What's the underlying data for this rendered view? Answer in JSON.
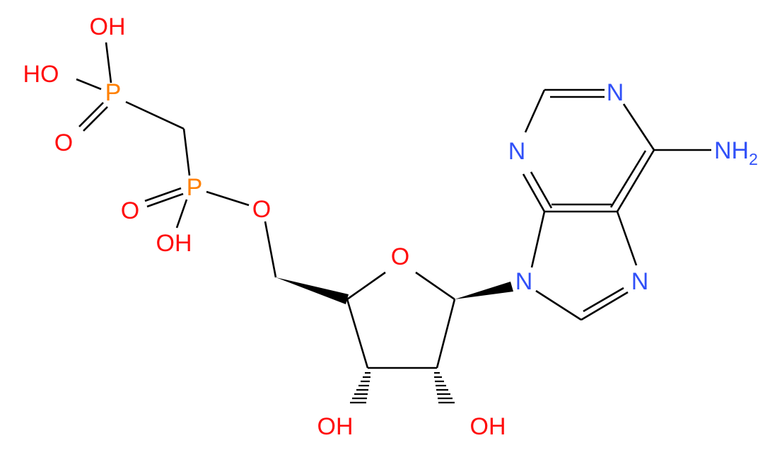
{
  "colors": {
    "bond": "#000000",
    "oxygen": "#ff0d0d",
    "nitrogen": "#3050f8",
    "phosphorus": "#ff8000",
    "background": "#ffffff"
  },
  "labels": {
    "p1": "P",
    "p1_oh_top": "OH",
    "p1_oh_left": "HO",
    "p1_oxo": "O",
    "p2": "P",
    "p2_oxo": "O",
    "p2_oh": "OH",
    "ester_o": "O",
    "ring_o": "O",
    "oh_c3": "OH",
    "oh_c2": "OH",
    "n1": "N",
    "n3": "N",
    "n9": "N",
    "n7": "N",
    "amine_n": "NH",
    "amine_sub": "2"
  }
}
